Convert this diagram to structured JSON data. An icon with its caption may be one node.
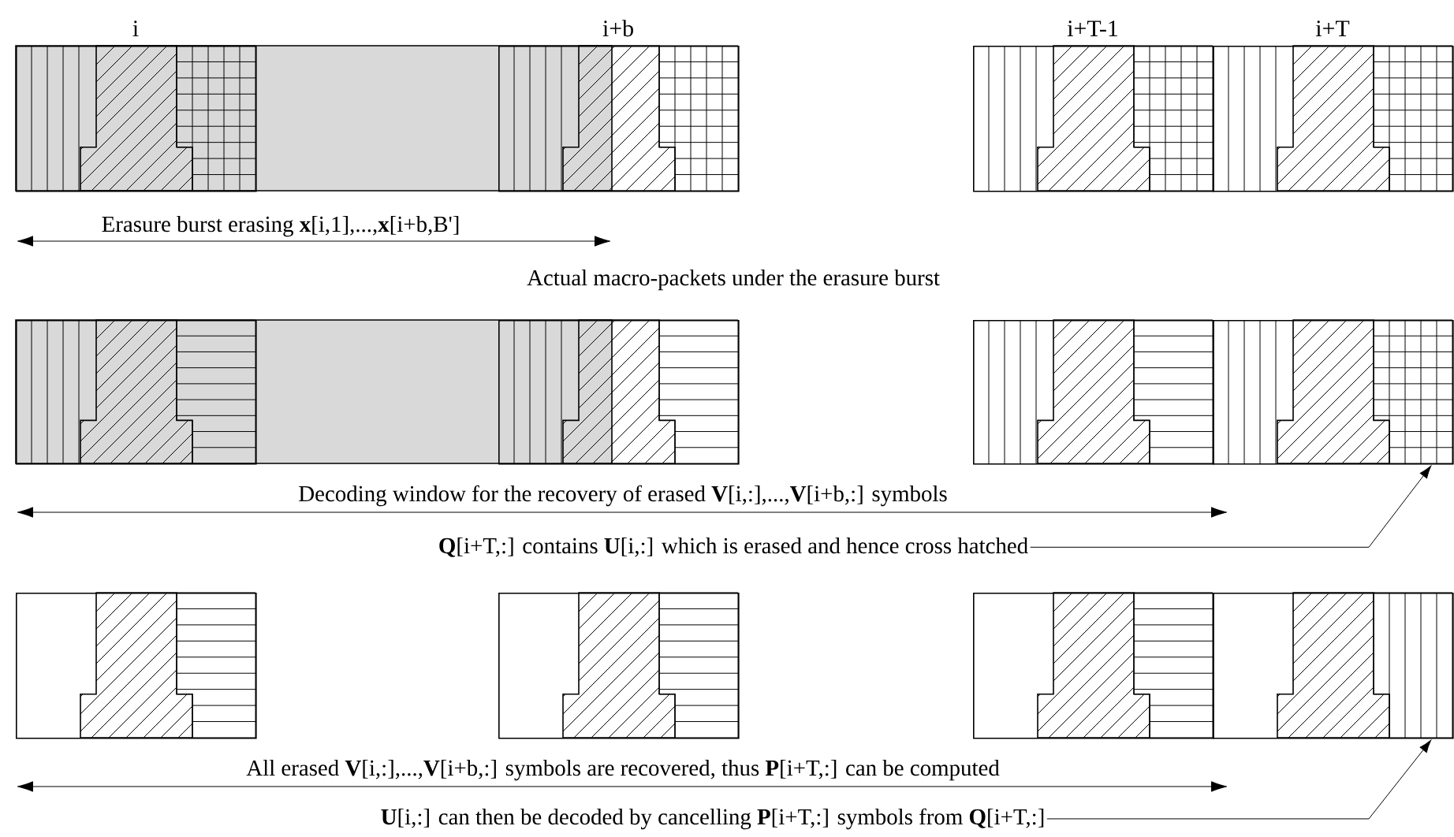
{
  "diagram": {
    "nodes": [
      {
        "text": [
          "i"
        ]
      },
      {
        "text": [
          "i+b"
        ]
      },
      {
        "text": [
          "i+T-1"
        ]
      },
      {
        "text": [
          "i+T"
        ]
      },
      {
        "text": [],
        "shape": "box"
      },
      {
        "text": [],
        "shape": "box"
      },
      {
        "text": [],
        "shape": "box"
      },
      {
        "text": [],
        "shape": "box"
      },
      {
        "text": [
          "**Q**[i+T,:] contains **U**[i,:] which is erased and hence cross hatched"
        ]
      },
      {
        "text": [],
        "shape": "box"
      },
      {
        "text": [],
        "shape": "box"
      },
      {
        "text": [],
        "shape": "box"
      },
      {
        "text": [],
        "shape": "box"
      },
      {
        "text": [
          "**U**[i,:] can then be decoded by cancelling **P**[i+T,:] symbols from **Q**[i+T,:]"
        ]
      }
    ],
    "edges": [
      {
        "from": 8,
        "to": 7,
        "arrow": "to"
      },
      {
        "from": 13,
        "to": 12,
        "arrow": "to"
      }
    ],
    "labels": [
      "Erasure burst erasing **x**[i,1],...,**x**[i+b,B']",
      "Actual macro-packets under the erasure burst",
      "Decoding window for the recovery of erased **V**[i,:],...,**V**[i+b,:] symbols",
      "All erased **V**[i,:],...,**V**[i+b,:] symbols are recovered, thus **P**[i+T,:] can be computed"
    ]
  }
}
